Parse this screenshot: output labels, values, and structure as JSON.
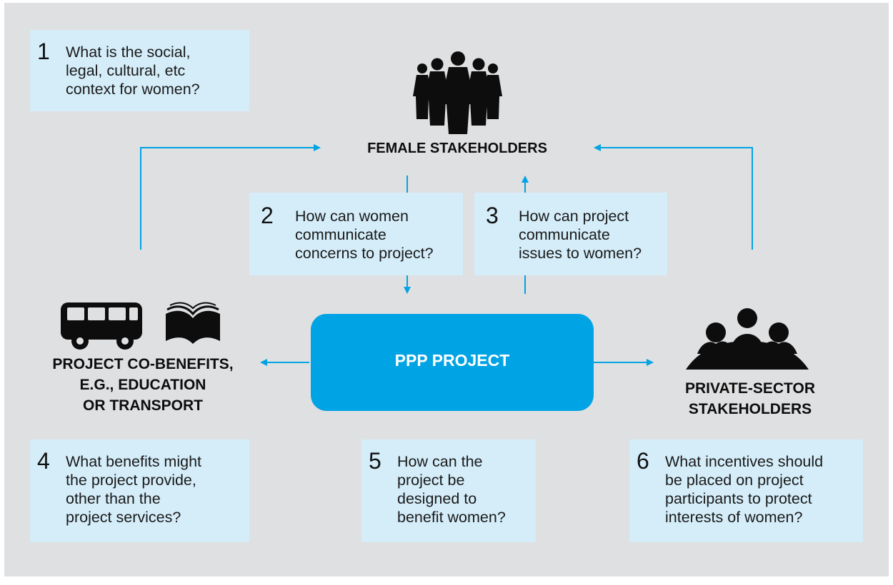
{
  "diagram": {
    "nodes": {
      "female": {
        "label": "FEMALE STAKEHOLDERS",
        "icon": "women-group-icon"
      },
      "cobenefits": {
        "label": "PROJECT CO-BENEFITS,\nE.G., EDUCATION\nOR TRANSPORT",
        "icons": [
          "bus-icon",
          "book-icon"
        ]
      },
      "ppp": {
        "label": "PPP PROJECT"
      },
      "private": {
        "label": "PRIVATE-SECTOR\nSTAKEHOLDERS",
        "icon": "people-group-icon"
      }
    },
    "questions": [
      {
        "num": "1",
        "text": "What is the social,\nlegal, cultural, etc\ncontext for women?"
      },
      {
        "num": "2",
        "text": "How can women\ncommunicate\nconcerns to project?"
      },
      {
        "num": "3",
        "text": "How can project\ncommunicate\nissues to women?"
      },
      {
        "num": "4",
        "text": "What benefits might\nthe project provide,\nother than the\nproject services?"
      },
      {
        "num": "5",
        "text": "How can the\nproject be\ndesigned to\nbenefit women?"
      },
      {
        "num": "6",
        "text": "What incentives should\nbe placed on project\nparticipants to protect\ninterests of women?"
      }
    ],
    "colors": {
      "background": "#dfe0e2",
      "question_box": "#d4edf9",
      "accent": "#00a3e3",
      "text": "#0d0d0d"
    }
  }
}
